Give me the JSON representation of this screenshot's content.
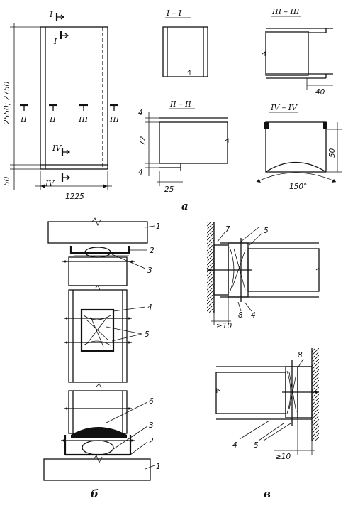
{
  "sections": {
    "s1": "I",
    "s2": "II",
    "s3": "III",
    "s4": "IV",
    "cut1": "I – I",
    "cut2": "II – II",
    "cut3": "III – III",
    "cut4": "IV – IV"
  },
  "dimensions": {
    "height": "2550; 2750",
    "width": "1225",
    "bottom_offset": "50",
    "d4a": "4",
    "d72": "72",
    "d4b": "4",
    "d25": "25",
    "d40": "40",
    "d50": "50",
    "angle": "150°",
    "gap_top": "≥10",
    "gap_bottom": "≥10"
  },
  "figure_labels": {
    "a": "а",
    "b": "б",
    "v": "в"
  },
  "callouts": {
    "b": [
      "1",
      "2",
      "3",
      "4",
      "5",
      "6",
      "3",
      "2",
      "1"
    ],
    "v": [
      "7",
      "5",
      "8",
      "4",
      "8",
      "4",
      "5"
    ]
  }
}
